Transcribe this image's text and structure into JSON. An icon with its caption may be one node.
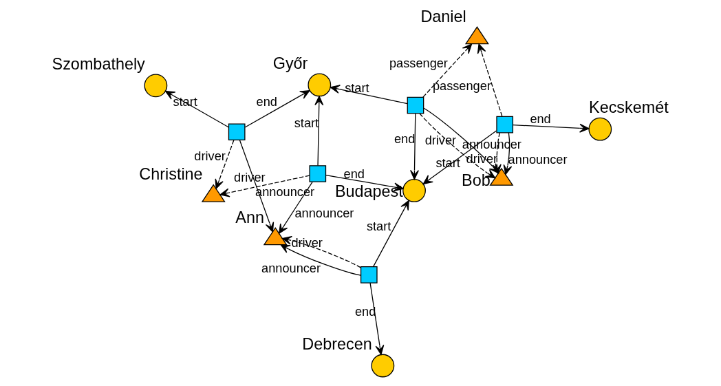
{
  "diagram": {
    "nodes": [
      {
        "text": [
          "Christine"
        ]
      },
      {
        "text": [
          "Ann"
        ]
      },
      {
        "text": [
          "Debrecen"
        ]
      },
      {
        "text": [
          "Szombathely"
        ]
      },
      {
        "text": [],
        "shape": "box"
      },
      {
        "text": [
          "Győr"
        ]
      },
      {
        "text": [],
        "shape": "box"
      },
      {
        "text": [
          "Budapest"
        ]
      },
      {
        "text": [],
        "shape": "box"
      },
      {
        "text": [],
        "shape": "box"
      },
      {
        "text": [],
        "shape": "box"
      },
      {
        "text": [
          "Kecskemét"
        ]
      },
      {
        "text": [
          "Bob"
        ]
      },
      {
        "text": [
          "Daniel"
        ]
      }
    ],
    "edges": [
      {
        "from": 4,
        "to": 3,
        "arrow": "to",
        "label": "start"
      },
      {
        "from": 4,
        "to": 5,
        "arrow": "to",
        "label": "end"
      },
      {
        "from": 4,
        "to": 1,
        "arrow": "to",
        "label": "announcer"
      },
      {
        "from": 4,
        "to": 0,
        "arrow": "to",
        "label": "driver",
        "style": "dashed"
      },
      {
        "from": 6,
        "to": 5,
        "arrow": "to",
        "label": "start"
      },
      {
        "from": 6,
        "to": 7,
        "arrow": "to",
        "label": "end"
      },
      {
        "from": 6,
        "to": 1,
        "arrow": "to",
        "label": "announcer"
      },
      {
        "from": 6,
        "to": 0,
        "arrow": "to",
        "label": "driver",
        "style": "dashed"
      },
      {
        "from": 9,
        "to": 5,
        "arrow": "to",
        "label": "start"
      },
      {
        "from": 9,
        "to": 7,
        "arrow": "to",
        "label": "end"
      },
      {
        "from": 9,
        "to": 12,
        "arrow": "to",
        "label": "announcer"
      },
      {
        "from": 9,
        "to": 12,
        "arrow": "to",
        "label": "driver",
        "style": "dashed"
      },
      {
        "from": 9,
        "to": 13,
        "arrow": "to",
        "label": "passenger",
        "style": "dashed"
      },
      {
        "from": 8,
        "to": 7,
        "arrow": "to",
        "label": "start"
      },
      {
        "from": 8,
        "to": 2,
        "arrow": "to",
        "label": "end"
      },
      {
        "from": 8,
        "to": 1,
        "arrow": "to",
        "label": "announcer"
      },
      {
        "from": 8,
        "to": 1,
        "arrow": "to",
        "label": "driver",
        "style": "dashed"
      },
      {
        "from": 10,
        "to": 7,
        "arrow": "to",
        "label": "start"
      },
      {
        "from": 10,
        "to": 11,
        "arrow": "to",
        "label": "end"
      },
      {
        "from": 10,
        "to": 12,
        "arrow": "to",
        "label": "announcer"
      },
      {
        "from": 10,
        "to": 12,
        "arrow": "to",
        "label": "driver",
        "style": "dashed"
      },
      {
        "from": 10,
        "to": 13,
        "arrow": "to",
        "label": "passenger",
        "style": "dashed"
      }
    ]
  }
}
